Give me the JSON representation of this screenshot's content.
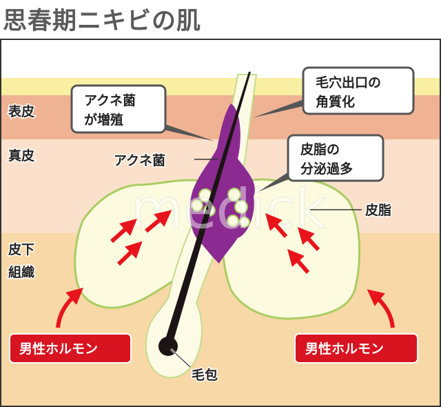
{
  "title": "思春期ニキビの肌",
  "layers": {
    "epidermis": "表皮",
    "dermis": "真皮",
    "subcutaneous_line1": "皮下",
    "subcutaneous_line2": "組織"
  },
  "callouts": {
    "acne_bacteria_growth": [
      "アクネ菌",
      "が増殖"
    ],
    "pore_keratinization": [
      "毛穴出口の",
      "角質化"
    ],
    "sebum_excess": [
      "皮脂の",
      "分泌過多"
    ]
  },
  "labels": {
    "acne_bacteria": "アクネ菌",
    "sebum": "皮脂",
    "hair_follicle": "毛包"
  },
  "badges": {
    "left": "男性ホルモン",
    "right": "男性ホルモン"
  },
  "watermark": "medick",
  "colors": {
    "stratum_corneum": "#f8efa2",
    "epidermis": "#efb393",
    "dermis": "#fbe1cb",
    "subcutaneous": "#f8d8a6",
    "gland_fill": "#fcfbe0",
    "gland_outline": "#a9cd62",
    "bacteria": "#8b2a90",
    "arrow": "#e8141c",
    "badge": "#d81420"
  }
}
